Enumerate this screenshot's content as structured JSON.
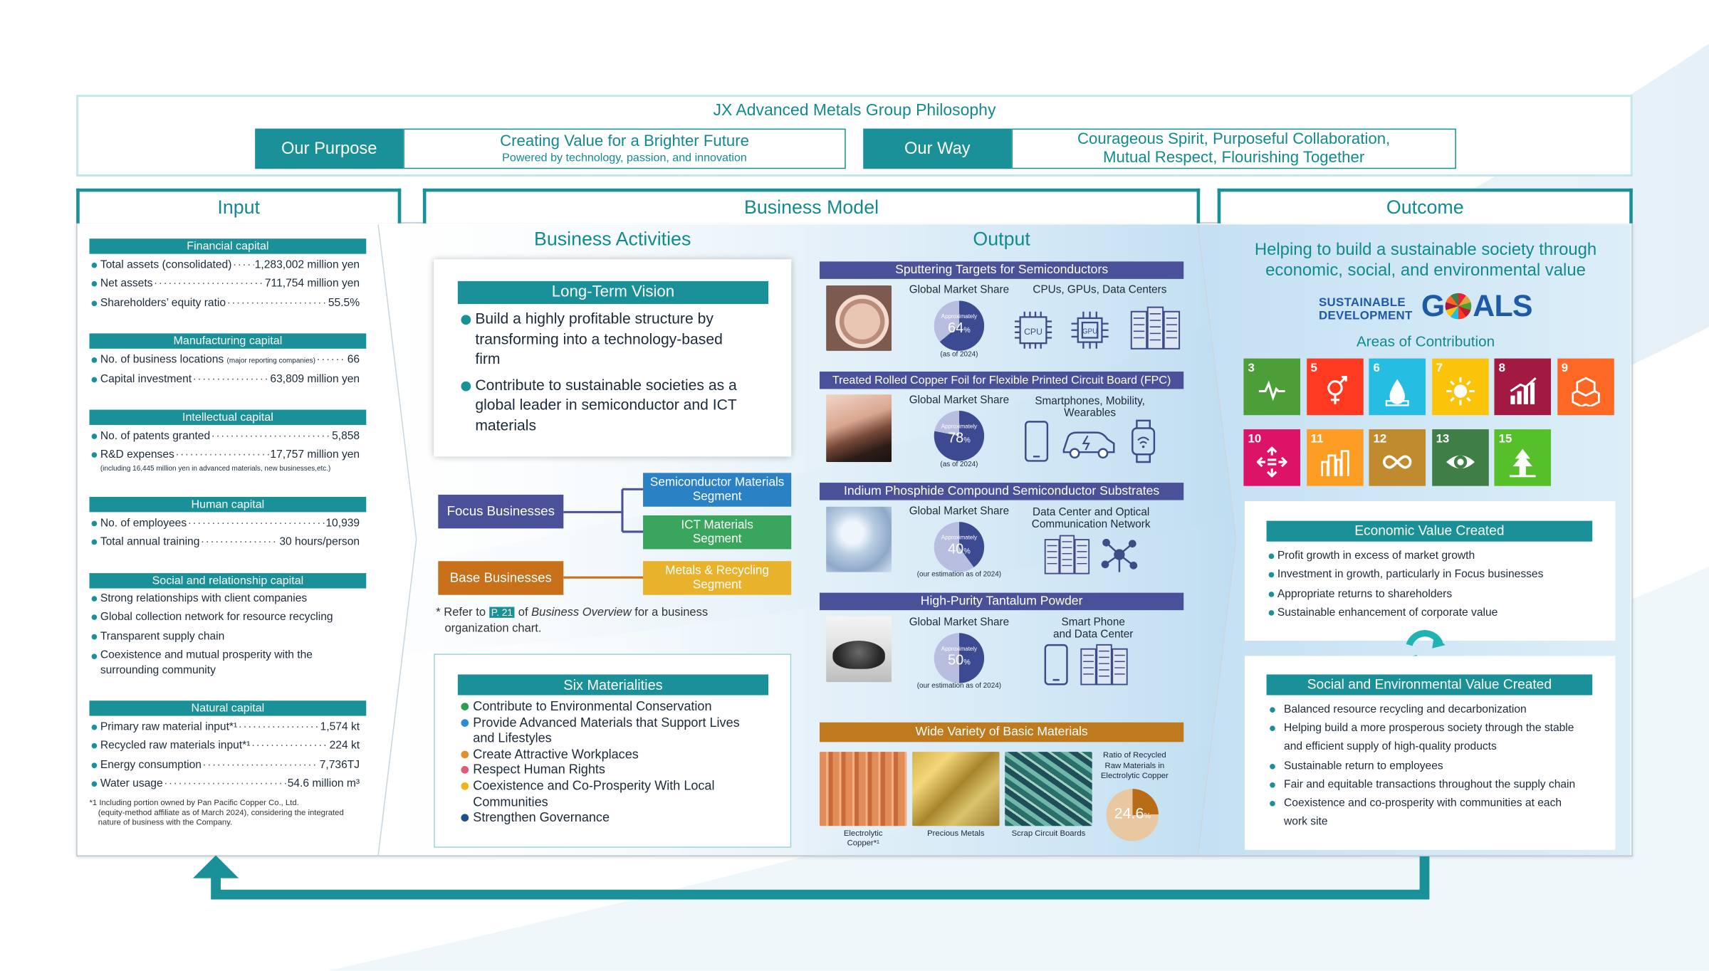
{
  "philosophy": {
    "title": "JX Advanced Metals Group Philosophy",
    "purpose_label": "Our Purpose",
    "purpose_main": "Creating Value for a Brighter Future",
    "purpose_sub": "Powered by technology, passion, and innovation",
    "way_label": "Our Way",
    "way_line1": "Courageous Spirit, Purposeful Collaboration,",
    "way_line2": "Mutual Respect, Flourishing Together"
  },
  "input": {
    "title": "Input",
    "financial": {
      "title": "Financial capital",
      "rows": [
        {
          "k": "Total assets (consolidated)",
          "v": "1,283,002 million yen"
        },
        {
          "k": "Net assets",
          "v": "711,754 million yen"
        },
        {
          "k": "Shareholders’ equity ratio",
          "v": "55.5%"
        }
      ]
    },
    "manufacturing": {
      "title": "Manufacturing capital",
      "row1_k": "No. of business locations",
      "row1_note": "(major reporting companies)",
      "row1_v": "66",
      "row2_k": "Capital investment",
      "row2_v": "63,809 million yen"
    },
    "intellectual": {
      "title": "Intellectual capital",
      "row1_k": "No. of patents granted",
      "row1_v": "5,858",
      "row2_k": "R&D expenses",
      "row2_v": "17,757 million yen",
      "note": "(including 16,445 million yen in advanced materials, new businesses,etc.)"
    },
    "human": {
      "title": "Human capital",
      "rows": [
        {
          "k": "No. of employees",
          "v": "10,939"
        },
        {
          "k": "Total annual training",
          "v": "30 hours/person"
        }
      ]
    },
    "social": {
      "title": "Social and relationship capital",
      "items": [
        "Strong relationships with client companies",
        "Global collection network for resource recycling",
        "Transparent supply chain",
        "Coexistence and mutual prosperity with the",
        "surrounding community"
      ]
    },
    "natural": {
      "title": "Natural capital",
      "rows": [
        {
          "k": "Primary raw material input*¹",
          "v": "1,574 kt"
        },
        {
          "k": "Recycled raw materials input*¹",
          "v": "224 kt"
        },
        {
          "k": "Energy consumption",
          "v": "7,736TJ"
        },
        {
          "k": "Water usage",
          "v": "54.6 million m³"
        }
      ],
      "footnote1": "*1 Including portion owned by Pan Pacific Copper Co., Ltd.",
      "footnote2": "(equity-method affiliate as of March 2024), considering the integrated",
      "footnote3": "nature of business with the Company."
    }
  },
  "business_model": {
    "title": "Business Model",
    "activities_title": "Business Activities",
    "vision": {
      "title": "Long-Term Vision",
      "items": [
        [
          "Build a highly profitable structure by",
          "transforming into a technology-based",
          "firm"
        ],
        [
          "Contribute to sustainable societies as a",
          "global leader in semiconductor and ICT",
          "materials"
        ]
      ]
    },
    "focus_label": "Focus Businesses",
    "base_label": "Base Businesses",
    "seg1": [
      "Semiconductor Materials",
      "Segment"
    ],
    "seg2": [
      "ICT Materials",
      "Segment"
    ],
    "seg3": [
      "Metals & Recycling",
      "Segment"
    ],
    "refer_pre": "* Refer to ",
    "refer_page": "P. 21",
    "refer_mid": " of ",
    "refer_em": "Business Overview",
    "refer_post": " for a business",
    "refer_line2": "organization chart.",
    "materialities": {
      "title": "Six Materialities",
      "items": [
        {
          "text": "Contribute to Environmental Conservation",
          "color": "#2f9e4a"
        },
        {
          "text": "Provide Advanced Materials that Support Lives",
          "text2": "and Lifestyles",
          "color": "#2a8fd1"
        },
        {
          "text": "Create Attractive Workplaces",
          "color": "#e0912a"
        },
        {
          "text": "Respect Human Rights",
          "color": "#e05a7a"
        },
        {
          "text": "Coexistence and Co-Prosperity With Local",
          "text2": "Communities",
          "color": "#f2b21c"
        },
        {
          "text": "Strengthen Governance",
          "color": "#1e4f8f"
        }
      ]
    },
    "output_title": "Output",
    "products": [
      {
        "title": "Sputtering Targets for Semiconductors",
        "share_label": "Global Market Share",
        "approx": "Approximately",
        "pct": "64",
        "pct_unit": "%",
        "share": 0.64,
        "asof": "(as of 2024)",
        "use": [
          "CPUs, GPUs, Data Centers"
        ]
      },
      {
        "title": "Treated Rolled Copper Foil for Flexible Printed Circuit Board (FPC)",
        "share_label": "Global Market Share",
        "approx": "Approximately",
        "pct": "78",
        "pct_unit": "%",
        "share": 0.78,
        "asof": "(as of 2024)",
        "use": [
          "Smartphones, Mobility,",
          "Wearables"
        ]
      },
      {
        "title": "Indium Phosphide Compound Semiconductor Substrates",
        "share_label": "Global Market Share",
        "approx": "Approximately",
        "pct": "40",
        "pct_unit": "%",
        "share": 0.4,
        "asof": "(our estimation as of 2024)",
        "use": [
          "Data Center and Optical",
          "Communication Network"
        ]
      },
      {
        "title": "High-Purity Tantalum Powder",
        "share_label": "Global Market Share",
        "approx": "Approximately",
        "pct": "50",
        "pct_unit": "%",
        "share": 0.5,
        "asof": "(our estimation as of 2024)",
        "use": [
          "Smart Phone",
          "and Data Center"
        ]
      }
    ],
    "basic": {
      "title": "Wide Variety of Basic Materials",
      "cap1": "Electrolytic",
      "cap1b": "Copper*¹",
      "cap2": "Precious Metals",
      "cap3": "Scrap Circuit Boards",
      "ratio1": "Ratio of Recycled",
      "ratio2": "Raw Materials in",
      "ratio3": "Electrolytic Copper",
      "ratio_pct": "24.6",
      "ratio_unit": "%",
      "ratio": 0.246
    },
    "icons": {
      "cpu": "CPU",
      "gpu": "GPU"
    }
  },
  "outcome": {
    "title": "Outcome",
    "tagline1": "Helping to build a sustainable society through",
    "tagline2": "economic, social, and environmental value",
    "sdg_logo_1": "SUSTAINABLE",
    "sdg_logo_2": "DEVELOPMENT",
    "sdg_logo_g": "G",
    "sdg_logo_als": "ALS",
    "areas": "Areas of Contribution",
    "sdgs": [
      {
        "n": "3",
        "color": "#4c9f38",
        "icon": "heartbeat-icon"
      },
      {
        "n": "5",
        "color": "#ff3a21",
        "icon": "gender-icon"
      },
      {
        "n": "6",
        "color": "#26bde2",
        "icon": "water-drop-icon"
      },
      {
        "n": "7",
        "color": "#fcc30b",
        "icon": "sun-icon"
      },
      {
        "n": "8",
        "color": "#a21942",
        "icon": "growth-chart-icon"
      },
      {
        "n": "9",
        "color": "#fd6925",
        "icon": "cubes-icon"
      },
      {
        "n": "10",
        "color": "#dd1367",
        "icon": "equality-arrows-icon"
      },
      {
        "n": "11",
        "color": "#fd9d24",
        "icon": "city-icon"
      },
      {
        "n": "12",
        "color": "#bf8b2e",
        "icon": "infinity-icon"
      },
      {
        "n": "13",
        "color": "#3f7e44",
        "icon": "eye-globe-icon"
      },
      {
        "n": "15",
        "color": "#56c02b",
        "icon": "tree-icon"
      }
    ],
    "economic": {
      "title": "Economic Value Created",
      "items": [
        "Profit growth in excess of market growth",
        "Investment in growth, particularly in Focus businesses",
        "Appropriate returns to shareholders",
        "Sustainable enhancement of corporate value"
      ]
    },
    "social": {
      "title": "Social and Environmental Value Created",
      "items": [
        "Balanced resource recycling and decarbonization",
        " Helping build a more prosperous society through the stable",
        "and efficient supply of high-quality products",
        "Sustainable return to employees",
        "Fair and equitable transactions throughout the supply chain",
        "Coexistence and co-prosperity with communities at each",
        "work site"
      ]
    }
  },
  "colors": {
    "teal": "#1a9199",
    "navy": "#4a5198",
    "orange": "#c8711a",
    "light_blue": "#cfe8f6"
  }
}
